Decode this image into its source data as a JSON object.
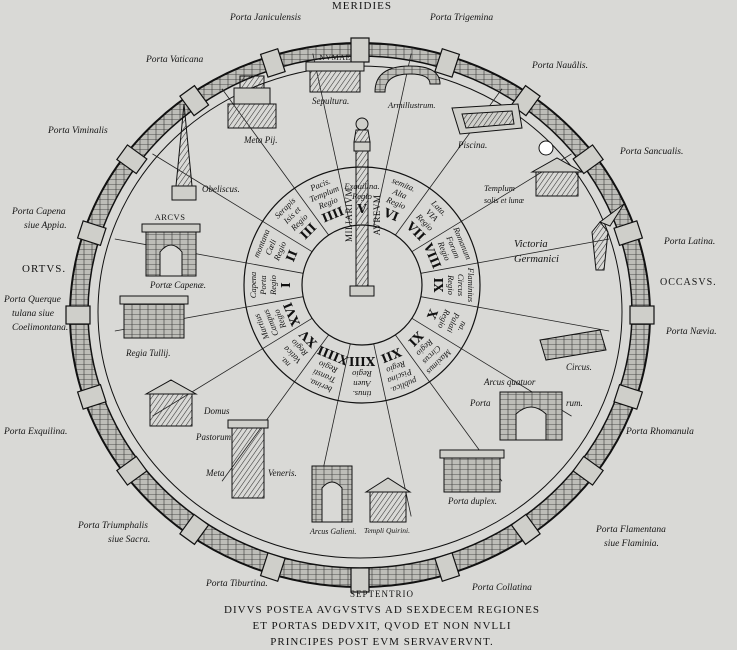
{
  "compass": {
    "north": "MERIDIES",
    "south": "SEPTENTRIO",
    "west": "ORTVS.",
    "east": "OCCASVS."
  },
  "gates": [
    {
      "id": "janiculensis",
      "text": "Porta Janiculensis"
    },
    {
      "id": "trigemina",
      "text": "Porta Trigemina"
    },
    {
      "id": "vaticana",
      "text": "Porta Vaticana"
    },
    {
      "id": "navalis",
      "text": "Porta Nauâlis."
    },
    {
      "id": "viminalis",
      "text": "Porta Viminalis"
    },
    {
      "id": "sancualis",
      "text": "Porta Sancualis."
    },
    {
      "id": "capena-1",
      "text": "Porta Capena"
    },
    {
      "id": "capena-2",
      "text": "siue Appia."
    },
    {
      "id": "latina",
      "text": "Porta Latina."
    },
    {
      "id": "querq-1",
      "text": "Porta Querque"
    },
    {
      "id": "querq-2",
      "text": "tulana siue"
    },
    {
      "id": "querq-3",
      "text": "Coelimontana."
    },
    {
      "id": "navia",
      "text": "Porta Nævia."
    },
    {
      "id": "exquilina",
      "text": "Porta Exquilina."
    },
    {
      "id": "rhomanula",
      "text": "Porta Rhomanula"
    },
    {
      "id": "triumph-1",
      "text": "Porta Triumphalis"
    },
    {
      "id": "triumph-2",
      "text": "siue Sacra."
    },
    {
      "id": "flament-1",
      "text": "Porta Flamentana"
    },
    {
      "id": "flament-2",
      "text": "siue Flaminia."
    },
    {
      "id": "tiburtina",
      "text": "Porta Tiburtina."
    },
    {
      "id": "collatina",
      "text": "Porta Collatina"
    }
  ],
  "monuments": [
    {
      "id": "numae",
      "text": "NVMAE"
    },
    {
      "id": "sepultura",
      "text": "Sepultura."
    },
    {
      "id": "armillustrum",
      "text": "Armillustrum."
    },
    {
      "id": "meta-pij",
      "text": "Meta Pij."
    },
    {
      "id": "piscina",
      "text": "Piscina."
    },
    {
      "id": "obeliscus",
      "text": "Obeliscus."
    },
    {
      "id": "templum-1",
      "text": "Templum"
    },
    {
      "id": "templum-2",
      "text": "solis et lunæ"
    },
    {
      "id": "arcus",
      "text": "ARCVS"
    },
    {
      "id": "victoria-1",
      "text": "Victoria"
    },
    {
      "id": "victoria-2",
      "text": "Germanici"
    },
    {
      "id": "porta-capena-arch",
      "text": "Portæ Capenæ."
    },
    {
      "id": "circus",
      "text": "Circus."
    },
    {
      "id": "regia-tullij",
      "text": "Regia Tullij."
    },
    {
      "id": "arcus-quatuor",
      "text": "Arcus quatuor"
    },
    {
      "id": "porta-rum-1",
      "text": "Porta"
    },
    {
      "id": "porta-rum-2",
      "text": "rum."
    },
    {
      "id": "domus",
      "text": "Domus"
    },
    {
      "id": "pastorum",
      "text": "Pastorum."
    },
    {
      "id": "meta",
      "text": "Meta"
    },
    {
      "id": "veneris",
      "text": "Veneris."
    },
    {
      "id": "porta-duplex",
      "text": "Porta duplex."
    },
    {
      "id": "arcus-galieni",
      "text": "Arcus Galieni."
    },
    {
      "id": "templi-quirini",
      "text": "Templi Quirini."
    }
  ],
  "center": {
    "column": "MILIARIVM",
    "column2": "AVREVM"
  },
  "regions": [
    {
      "num": "I",
      "lines": [
        "Regio",
        "Porta",
        "Capena"
      ]
    },
    {
      "num": "II",
      "lines": [
        "Regio",
        "Cœli",
        "montana"
      ]
    },
    {
      "num": "III",
      "lines": [
        "Regio",
        "Isis et",
        "Serapis"
      ]
    },
    {
      "num": "IIII",
      "lines": [
        "Regio",
        "Templum",
        "Pacis."
      ]
    },
    {
      "num": "V",
      "lines": [
        "Regio",
        "Exquilina."
      ]
    },
    {
      "num": "VI",
      "lines": [
        "Regio",
        "Alta",
        "semita."
      ]
    },
    {
      "num": "VII",
      "lines": [
        "Regio",
        "VIA",
        "Lata."
      ]
    },
    {
      "num": "VIII",
      "lines": [
        "Regio",
        "Forum",
        "Romanum"
      ]
    },
    {
      "num": "IX",
      "lines": [
        "Regio",
        "Circus",
        "Flaminius"
      ]
    },
    {
      "num": "X",
      "lines": [
        "Regio",
        "Palati",
        "na."
      ]
    },
    {
      "num": "XI",
      "lines": [
        "Regio",
        "Circus",
        "Maximus"
      ]
    },
    {
      "num": "XII",
      "lines": [
        "Regio",
        "Piscina",
        "publica."
      ]
    },
    {
      "num": "XIII",
      "lines": [
        "Regio",
        "Auen",
        "tinus."
      ]
    },
    {
      "num": "XIIII",
      "lines": [
        "Regio",
        "Transti",
        "berina."
      ]
    },
    {
      "num": "XV",
      "lines": [
        "Regio",
        "Vatica",
        "na."
      ]
    },
    {
      "num": "XVI",
      "lines": [
        "Regio",
        "Campus",
        "Martius"
      ]
    }
  ],
  "caption": [
    "DIVVS POSTEA AVGVSTVS AD SEXDECEM REGIONES",
    "ET PORTAS DEDVXIT, QVOD ET NON NVLLI",
    "PRINCIPES POST EVM SERVAVERVNT."
  ],
  "colors": {
    "paper": "#d9d9d6",
    "ink": "#141414"
  }
}
